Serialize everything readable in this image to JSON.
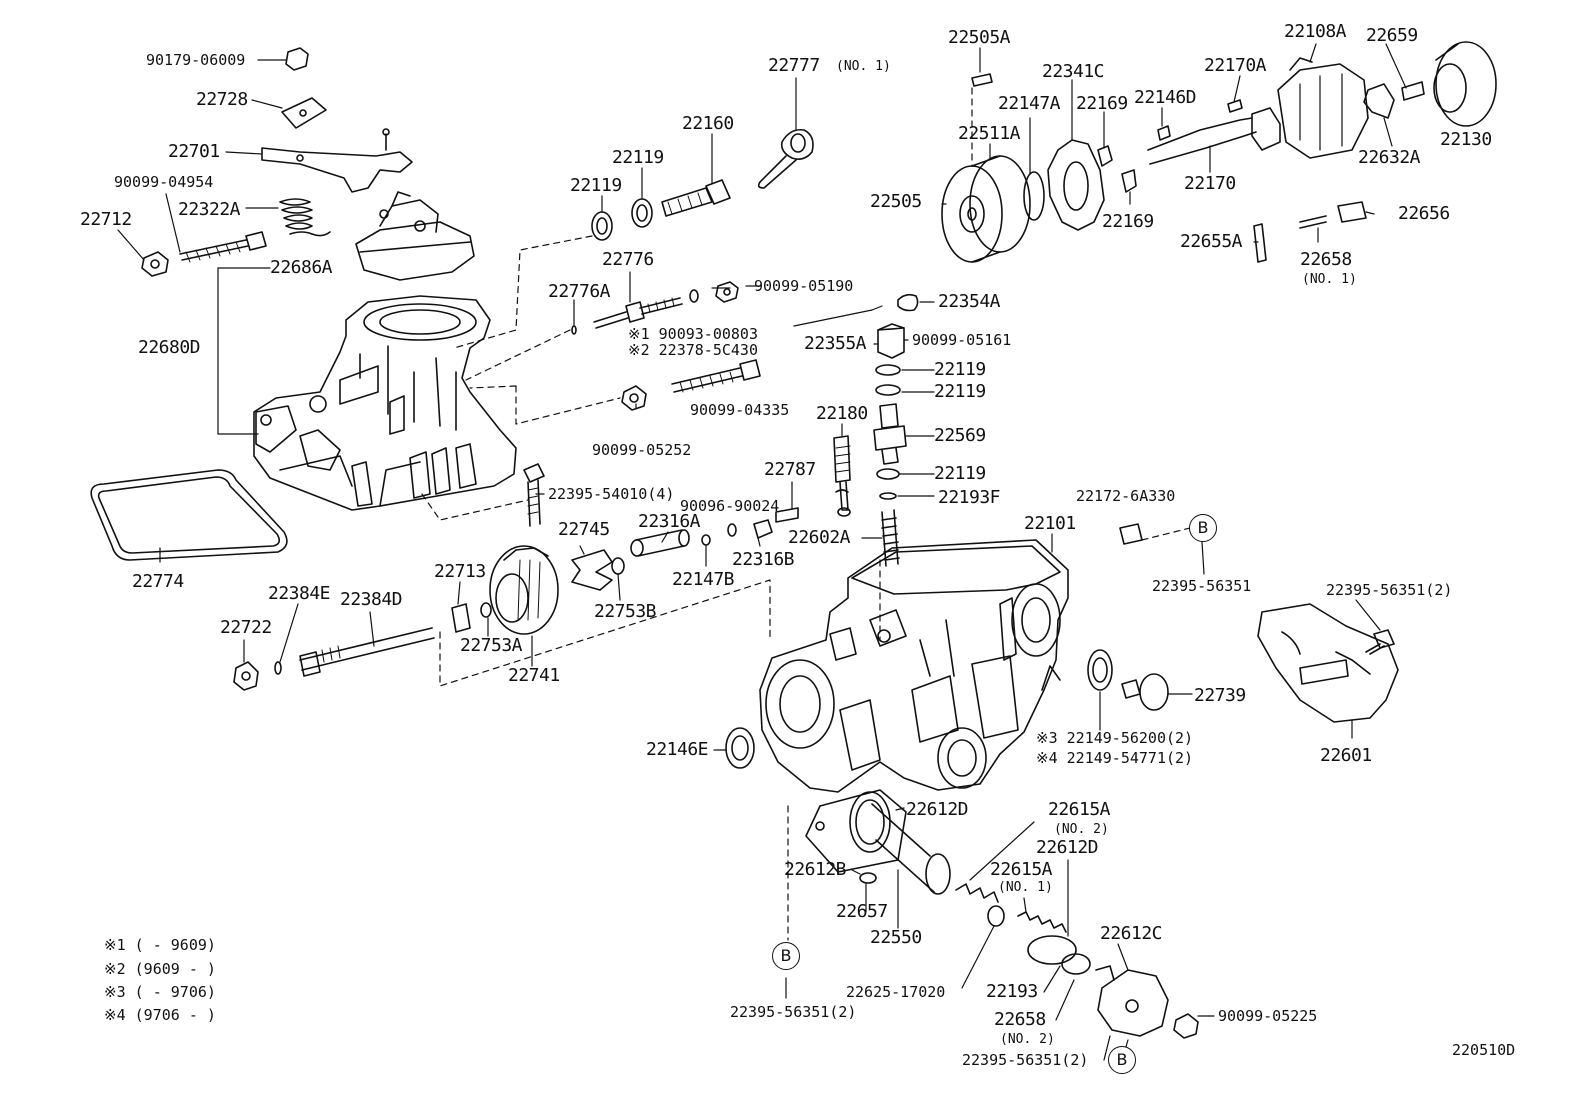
{
  "diagram_code": "220510D",
  "part_labels": [
    "90179-06009",
    "22728",
    "22701",
    "90099-04954",
    "22712",
    "22322A",
    "22686A",
    "22680D",
    "22774",
    "22777",
    "(NO. 1)",
    "22160",
    "22119",
    "22119",
    "22776",
    "22776A",
    "90099-05190",
    "※1 90093-00803",
    "※2 22378-5C430",
    "90099-04335",
    "90099-05252",
    "22395-54010(4)",
    "22505A",
    "22341C",
    "22147A",
    "22169",
    "22146D",
    "22170A",
    "22108A",
    "22659",
    "22511A",
    "22505",
    "22169",
    "22170",
    "22632A",
    "22130",
    "22655A",
    "22658",
    "(NO. 1)",
    "22656",
    "22354A",
    "22355A",
    "90099-05161",
    "22119",
    "22119",
    "22180",
    "22569",
    "22119",
    "22193F",
    "22787",
    "22602A",
    "90096-90024",
    "22316A",
    "22745",
    "22316B",
    "22147B",
    "22753B",
    "22172-6A330",
    "22395-56351",
    "22101",
    "22395-56351(2)",
    "22601",
    "22713",
    "22384E",
    "22384D",
    "22722",
    "22753A",
    "22741",
    "22739",
    "※3 22149-56200(2)",
    "※4 22149-54771(2)",
    "22146E",
    "22612D",
    "22615A",
    "(NO. 2)",
    "22612D",
    "22615A",
    "(NO. 1)",
    "22612B",
    "22657",
    "22550",
    "22612C",
    "22625-17020",
    "22193",
    "22658",
    "(NO. 2)",
    "90099-05225",
    "22395-56351(2)",
    "22395-56351(2)"
  ],
  "ref_circle": "B",
  "footnotes": [
    "※1 (     - 9609)",
    "※2 (9609 -     )",
    "※3 (     - 9706)",
    "※4 (9706 -     )"
  ]
}
